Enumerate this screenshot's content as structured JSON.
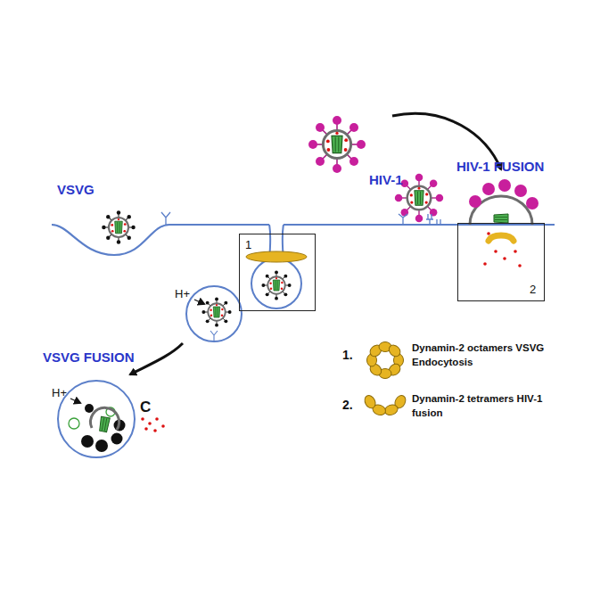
{
  "diagram": {
    "nodes": [
      {
        "text": [
          "1"
        ]
      },
      {
        "text": [
          "2"
        ]
      }
    ],
    "labels": [
      "VSVG",
      "HIV-1",
      "HIV-1 FUSION",
      "H+",
      "H+",
      "VSVG FUSION",
      "C",
      "1.",
      "2."
    ],
    "legend": [
      {
        "text": "Dynamin-2 octamers VSVG Endocytosis"
      },
      {
        "text": "Dynamin-2 tetramers HIV-1 fusion"
      }
    ]
  }
}
